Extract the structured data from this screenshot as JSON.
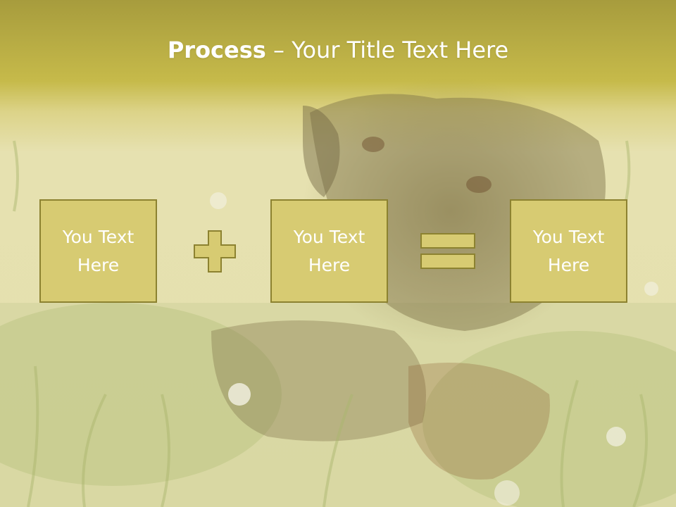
{
  "slide": {
    "title_bold": "Process",
    "title_rest": " – Your Title Text Here",
    "boxes": [
      {
        "text": "You Text\nHere"
      },
      {
        "text": "You Text\nHere"
      },
      {
        "text": "You Text\nHere"
      }
    ],
    "operators": [
      "plus-icon",
      "equals-icon"
    ]
  },
  "colors": {
    "header_band": "#c9bd4b",
    "box_fill": "#d7cb72",
    "box_border": "#8c8230",
    "text": "#ffffff"
  }
}
